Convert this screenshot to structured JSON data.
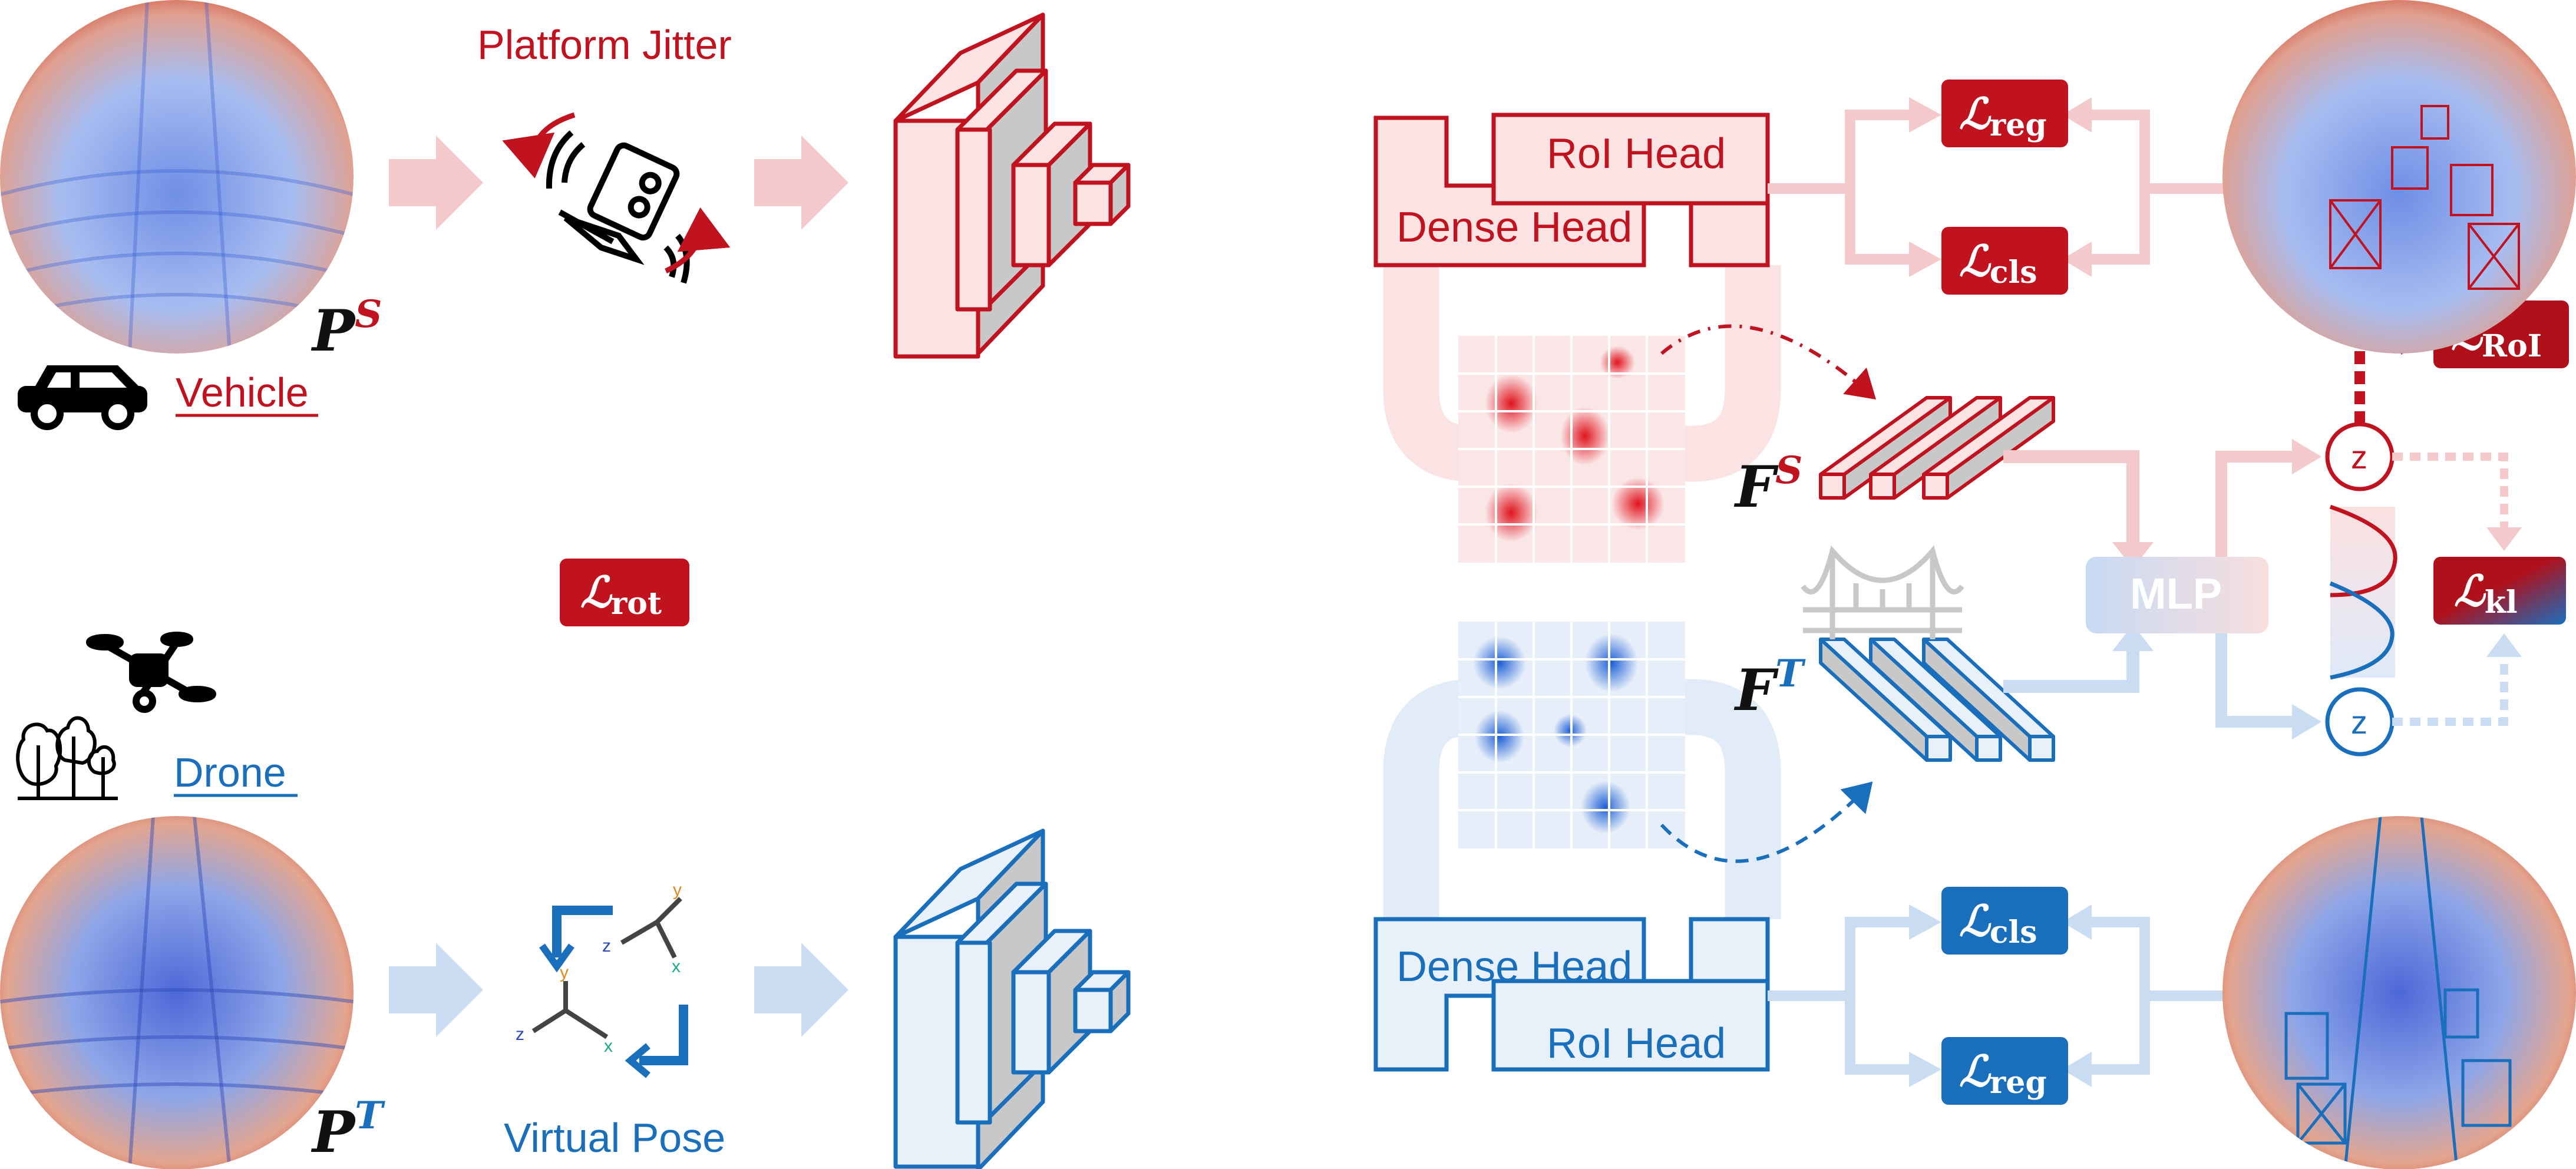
{
  "source_label": "Vehicle",
  "target_label": "Drone",
  "source_aug_label": "Platform Jitter",
  "target_aug_label": "Virtual Pose",
  "point_cloud_source": {
    "base": "P",
    "sup": "S"
  },
  "point_cloud_target": {
    "base": "P",
    "sup": "T"
  },
  "feature_source": {
    "base": "F",
    "sup": "S"
  },
  "feature_target": {
    "base": "F",
    "sup": "T"
  },
  "dense_head_label": "Dense Head",
  "roi_head_label": "RoI Head",
  "mlp_label": "MLP",
  "z_label": "z",
  "loss_reg": {
    "base": "ℒ",
    "sub": "reg"
  },
  "loss_cls": {
    "base": "ℒ",
    "sub": "cls"
  },
  "loss_rot": {
    "base": "ℒ",
    "sub": "rot"
  },
  "loss_roi": {
    "base": "ℒ",
    "sub": "RoI"
  },
  "loss_kl": {
    "base": "ℒ",
    "sub": "kl"
  },
  "axis_labels": {
    "x": "x",
    "y": "y",
    "z": "z"
  },
  "colors": {
    "source_red": "#c0121f",
    "source_red_light": "#f4c9cb",
    "source_fill": "#fbe3e4",
    "target_blue": "#1a6fbd",
    "target_blue_light": "#c9dcf2",
    "target_fill": "#e8f0fa",
    "gray_block": "#c8c8c8",
    "axis_orange": "#e08a1e",
    "axis_green": "#1aa88a"
  },
  "icons": [
    "car-icon",
    "drone-icon",
    "trees-icon",
    "lidar-sensor-icon",
    "bridge-icon",
    "rotate-arrow-icon"
  ]
}
